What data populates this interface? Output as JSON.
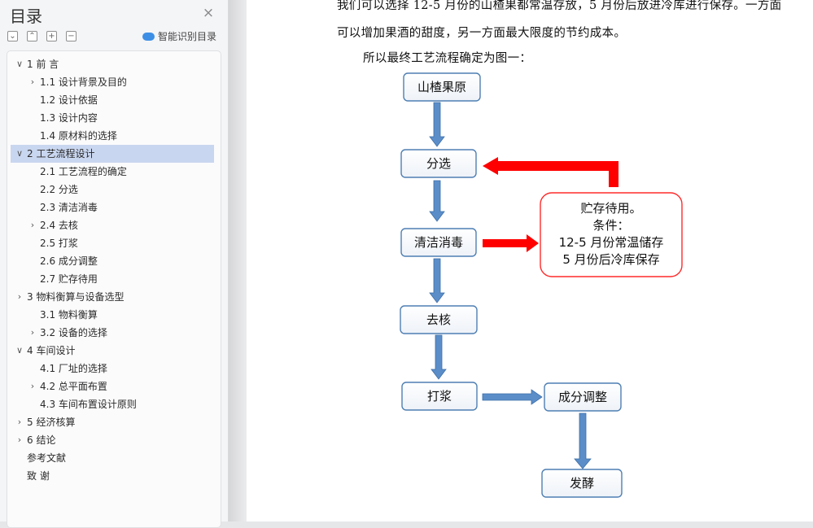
{
  "sidebar": {
    "title": "目录",
    "smart_toc_label": "智能识别目录",
    "items": [
      {
        "label": "1 前    言",
        "chevron": "expanded"
      },
      {
        "label": "1.1 设计背景及目的",
        "chevron": "collapsed"
      },
      {
        "label": "1.2 设计依据",
        "chevron": ""
      },
      {
        "label": "1.3 设计内容",
        "chevron": ""
      },
      {
        "label": "1.4 原材料的选择",
        "chevron": ""
      },
      {
        "label": "2 工艺流程设计",
        "chevron": "expanded",
        "active": true
      },
      {
        "label": "2.1 工艺流程的确定",
        "chevron": ""
      },
      {
        "label": "2.2 分选",
        "chevron": ""
      },
      {
        "label": "2.3 清洁消毒",
        "chevron": ""
      },
      {
        "label": "2.4 去核",
        "chevron": "collapsed"
      },
      {
        "label": "2.5 打浆",
        "chevron": ""
      },
      {
        "label": "2.6 成分调整",
        "chevron": ""
      },
      {
        "label": "2.7 贮存待用",
        "chevron": ""
      },
      {
        "label": "3  物料衡算与设备选型",
        "chevron": "collapsed"
      },
      {
        "label": "3.1 物料衡算",
        "chevron": ""
      },
      {
        "label": "3.2 设备的选择",
        "chevron": "collapsed"
      },
      {
        "label": "4 车间设计",
        "chevron": "expanded"
      },
      {
        "label": "4.1  厂址的选择",
        "chevron": ""
      },
      {
        "label": "4.2  总平面布置",
        "chevron": "collapsed"
      },
      {
        "label": "4.3  车间布置设计原则",
        "chevron": ""
      },
      {
        "label": "5 经济核算",
        "chevron": "collapsed"
      },
      {
        "label": "6 结论",
        "chevron": "collapsed"
      },
      {
        "label": "参考文献",
        "chevron": ""
      },
      {
        "label": "致    谢",
        "chevron": ""
      }
    ]
  },
  "document": {
    "line1": "我们可以选择 12-5 月份的山楂果都常温存放，5 月份后放进冷库进行保存。一方面",
    "line2": "可以增加果酒的甜度，另一方面最大限度的节约成本。",
    "line3": "所以最终工艺流程确定为图一："
  },
  "flowchart": {
    "nodes": {
      "raw": "山楂果原",
      "sort": "分选",
      "clean": "清洁消毒",
      "pit": "去核",
      "pulp": "打浆",
      "adjust": "成分调整",
      "ferment": "发酵"
    },
    "storage_lines": [
      "贮存待用。",
      "条件：",
      "12-5 月份常温储存",
      "5 月份后冷库保存"
    ],
    "colors": {
      "box_border": "#4f7fb3",
      "arrow_blue": "#5b8ec9",
      "arrow_red": "#ff0000",
      "storage_border": "#ff2a2a"
    }
  }
}
